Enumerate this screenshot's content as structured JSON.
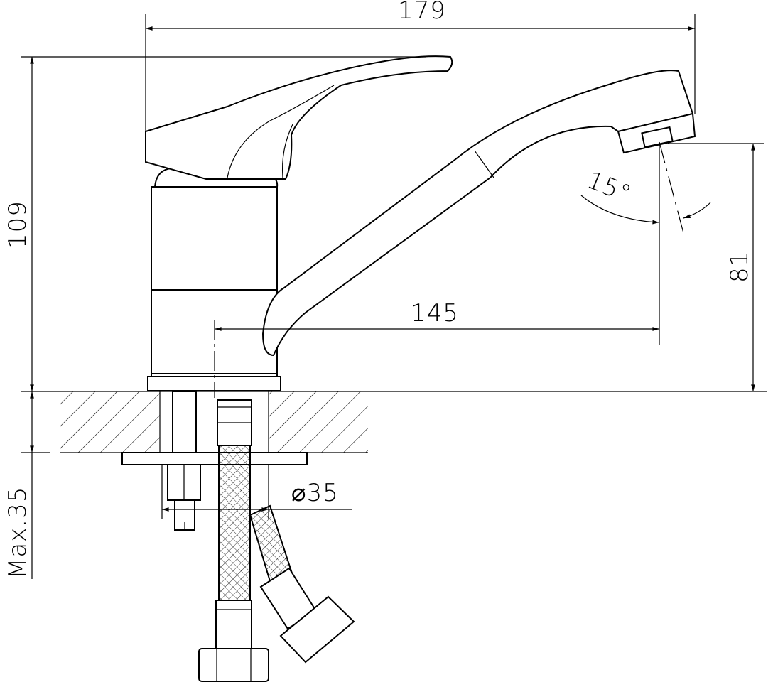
{
  "drawing": {
    "title": "Faucet dimension drawing",
    "dimensions": {
      "overall_width": "179",
      "overall_height": "109",
      "spout_height": "81",
      "spout_reach": "145",
      "spout_angle": "15°",
      "mount_hole_diameter": "⌀35",
      "max_counter_thickness": "Max.35"
    },
    "colors": {
      "line": "#000000",
      "background": "#ffffff"
    }
  }
}
